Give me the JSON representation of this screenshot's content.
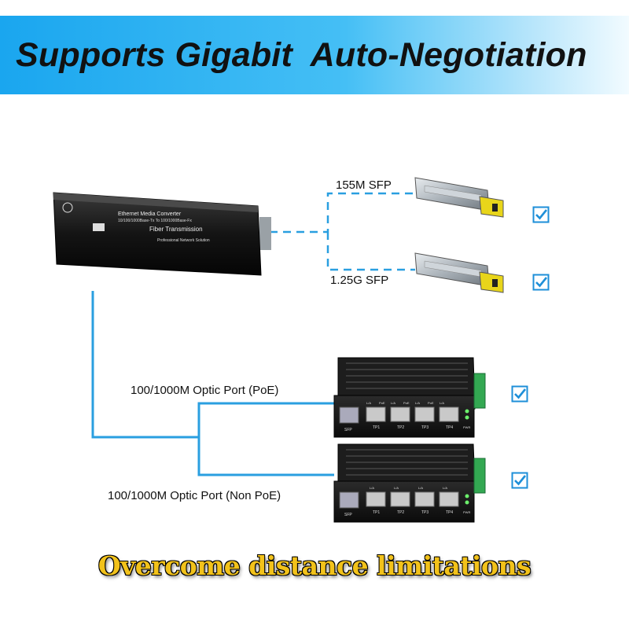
{
  "title": "Supports Gigabit  Auto-Negotiation",
  "footer": "Overcome distance limitations",
  "converter": {
    "line1": "Ethernet Media Converter",
    "line2": "10/100/1000Base-Tx To 100/1000Base-Fx",
    "line3": "Fiber Transmission",
    "line4": "Professional Network Solution"
  },
  "sfp_modules": [
    {
      "label": "155M SFP"
    },
    {
      "label": "1.25G SFP"
    }
  ],
  "switches": [
    {
      "label": "100/1000M Optic Port (PoE)",
      "port_labels": [
        "L/A",
        "PoE",
        "L/A",
        "PoE",
        "L/A",
        "PoE",
        "L/A"
      ],
      "ports": [
        "TP1",
        "TP2",
        "TP3",
        "TP4"
      ],
      "sfp": "SFP",
      "pwr": "PWR"
    },
    {
      "label": "100/1000M Optic Port (Non PoE)",
      "port_labels": [
        "L/A",
        "L/A",
        "L/A",
        "L/A"
      ],
      "ports": [
        "TP1",
        "TP2",
        "TP3",
        "TP4"
      ],
      "sfp": "SFP",
      "pwr": "PWR"
    }
  ],
  "colors": {
    "banner": "#1aa6ef",
    "line": "#2a9fe0",
    "check": "#1e8fd8",
    "footer": "#f2c21a"
  },
  "icons": [
    "checkbox-checked-icon"
  ]
}
